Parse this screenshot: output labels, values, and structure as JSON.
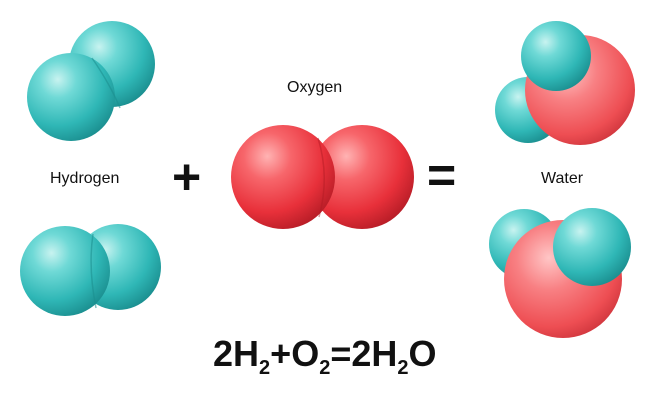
{
  "labels": {
    "hydrogen": "Hydrogen",
    "oxygen": "Oxygen",
    "water": "Water"
  },
  "operators": {
    "plus": "+",
    "equals": "="
  },
  "equation": {
    "coef_h2": "2",
    "h": "H",
    "h_sub": "2",
    "plus": "+",
    "o": "O",
    "o_sub": "2",
    "equals": "=",
    "coef_water": "2",
    "water_h": "H",
    "water_h_sub": "2",
    "water_o": "O"
  },
  "colors": {
    "hydrogen_atom": "#3cc3c3",
    "oxygen_atom": "#ee3b45",
    "water_oxygen": "#f06c6e",
    "text": "#111111",
    "background": "#ffffff"
  }
}
